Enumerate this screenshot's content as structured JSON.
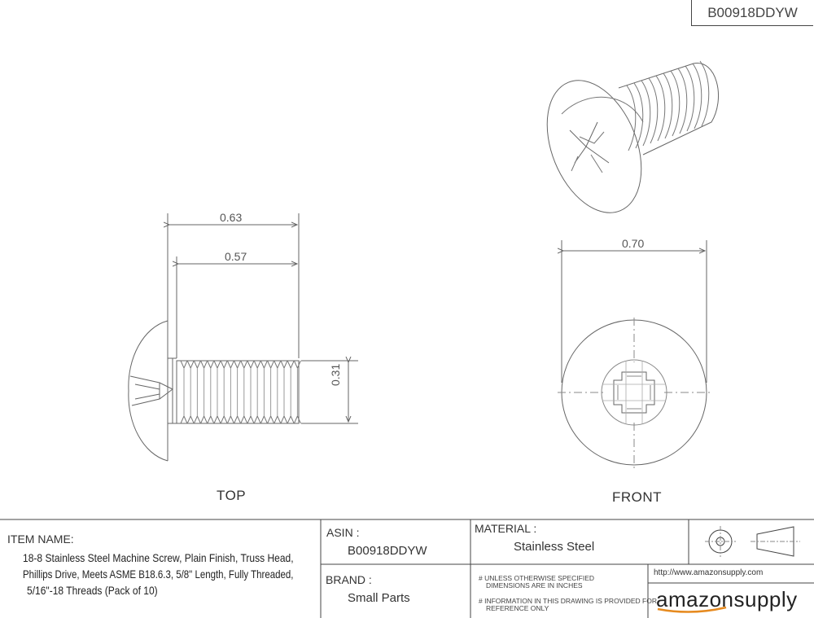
{
  "header": {
    "part_number": "B00918DDYW"
  },
  "dimensions": {
    "top_overall_length": "0.63",
    "top_thread_length": "0.57",
    "top_diameter": "0.31",
    "front_head_diameter": "0.70"
  },
  "views": {
    "top": "TOP",
    "front": "FRONT"
  },
  "title_block": {
    "item_name_label": "ITEM NAME:",
    "item_name_lines": [
      "18-8 Stainless Steel Machine Screw, Plain Finish, Truss Head,",
      "Phillips Drive, Meets ASME B18.6.3, 5/8\" Length, Fully Threaded,",
      "5/16\"-18 Threads (Pack of 10)"
    ],
    "asin_label": "ASIN :",
    "asin_value": "B00918DDYW",
    "brand_label": "BRAND :",
    "brand_value": "Small Parts",
    "material_label": "MATERIAL :",
    "material_value": "Stainless Steel",
    "note_1_line1": "# UNLESS OTHERWISE SPECIFIED",
    "note_1_line2": "DIMENSIONS ARE IN INCHES",
    "note_2_line1": "# INFORMATION IN THIS DRAWING IS PROVIDED FOR",
    "note_2_line2": "REFERENCE ONLY",
    "url": "http://www.amazonsupply.com",
    "logo_text": "amazonsupply"
  },
  "colors": {
    "line": "#555555",
    "border": "#444444",
    "logo_accent": "#e68a1f"
  }
}
